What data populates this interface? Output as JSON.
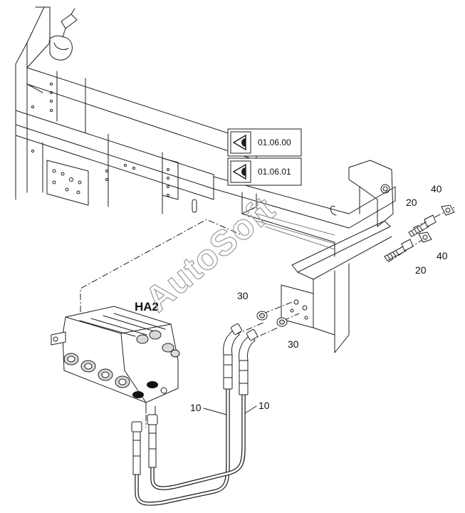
{
  "refs": [
    {
      "text": "01.06.00",
      "icon": "eye-icon"
    },
    {
      "text": "01.06.01",
      "icon": "eye-icon"
    }
  ],
  "callouts": {
    "c20_top": "20",
    "c40_top": "40",
    "c40_bottom": "40",
    "c20_bottom": "20",
    "c30_left": "30",
    "c30_right": "30",
    "c10_left": "10",
    "c10_right": "10"
  },
  "component_label": "HA2",
  "watermark": "AutoSoft"
}
